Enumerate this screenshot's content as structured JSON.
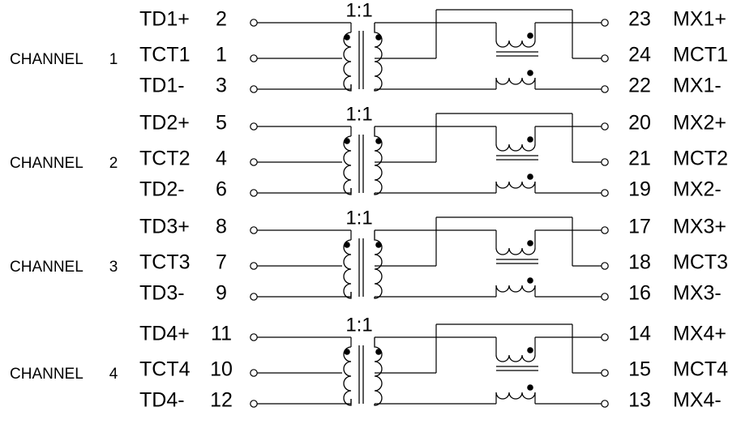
{
  "channels": [
    {
      "label": "CHANNEL",
      "number": "1",
      "ratio": "1:1",
      "left": [
        {
          "name": "TD1+",
          "pin": "2"
        },
        {
          "name": "TCT1",
          "pin": "1"
        },
        {
          "name": "TD1-",
          "pin": "3"
        }
      ],
      "right": [
        {
          "pin": "23",
          "name": "MX1+"
        },
        {
          "pin": "24",
          "name": "MCT1"
        },
        {
          "pin": "22",
          "name": "MX1-"
        }
      ]
    },
    {
      "label": "CHANNEL",
      "number": "2",
      "ratio": "1:1",
      "left": [
        {
          "name": "TD2+",
          "pin": "5"
        },
        {
          "name": "TCT2",
          "pin": "4"
        },
        {
          "name": "TD2-",
          "pin": "6"
        }
      ],
      "right": [
        {
          "pin": "20",
          "name": "MX2+"
        },
        {
          "pin": "21",
          "name": "MCT2"
        },
        {
          "pin": "19",
          "name": "MX2-"
        }
      ]
    },
    {
      "label": "CHANNEL",
      "number": "3",
      "ratio": "1:1",
      "left": [
        {
          "name": "TD3+",
          "pin": "8"
        },
        {
          "name": "TCT3",
          "pin": "7"
        },
        {
          "name": "TD3-",
          "pin": "9"
        }
      ],
      "right": [
        {
          "pin": "17",
          "name": "MX3+"
        },
        {
          "pin": "18",
          "name": "MCT3"
        },
        {
          "pin": "16",
          "name": "MX3-"
        }
      ]
    },
    {
      "label": "CHANNEL",
      "number": "4",
      "ratio": "1:1",
      "left": [
        {
          "name": "TD4+",
          "pin": "11"
        },
        {
          "name": "TCT4",
          "pin": "10"
        },
        {
          "name": "TD4-",
          "pin": "12"
        }
      ],
      "right": [
        {
          "pin": "14",
          "name": "MX4+"
        },
        {
          "pin": "15",
          "name": "MCT4"
        },
        {
          "pin": "13",
          "name": "MX4-"
        }
      ]
    }
  ]
}
